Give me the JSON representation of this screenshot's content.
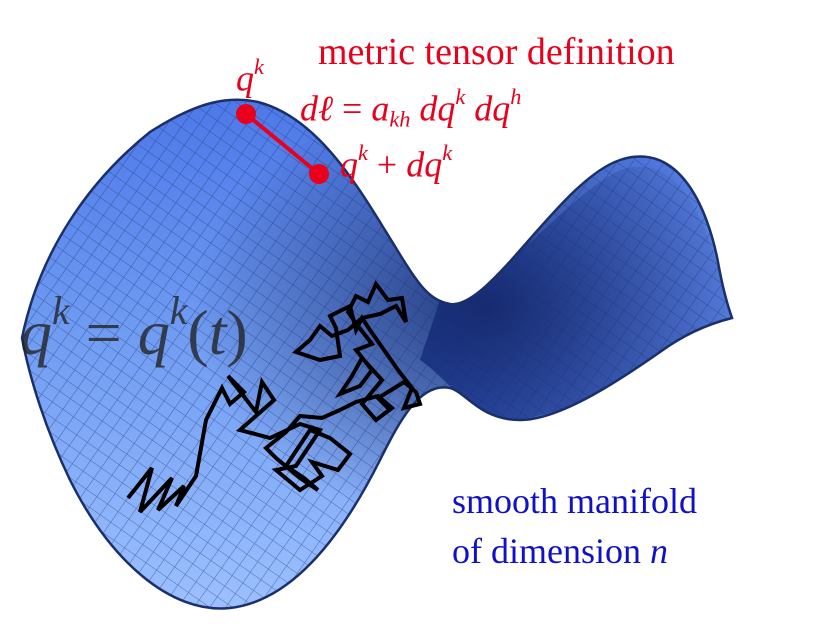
{
  "colors": {
    "annotation": "#e8001c",
    "manifold_text": "#1010c8",
    "surface_light": "#8fb5ff",
    "surface_dark": "#1f3d8f",
    "path": "#000000"
  },
  "labels": {
    "metric_title": "metric tensor definition",
    "point_q": "q^k",
    "metric_eq": "dℓ = a_kh dq^k dq^h",
    "point_q_dq": "q^k + dq^k",
    "path_eq": "q^k = q^k(t)",
    "manifold_line1": "smooth manifold",
    "manifold_line2": "of dimension n"
  },
  "diagram": {
    "surface": "saddle surface with mesh grid",
    "segment": "red line between points q^k and q^k + dq^k",
    "path": "jagged random walk on the surface"
  }
}
